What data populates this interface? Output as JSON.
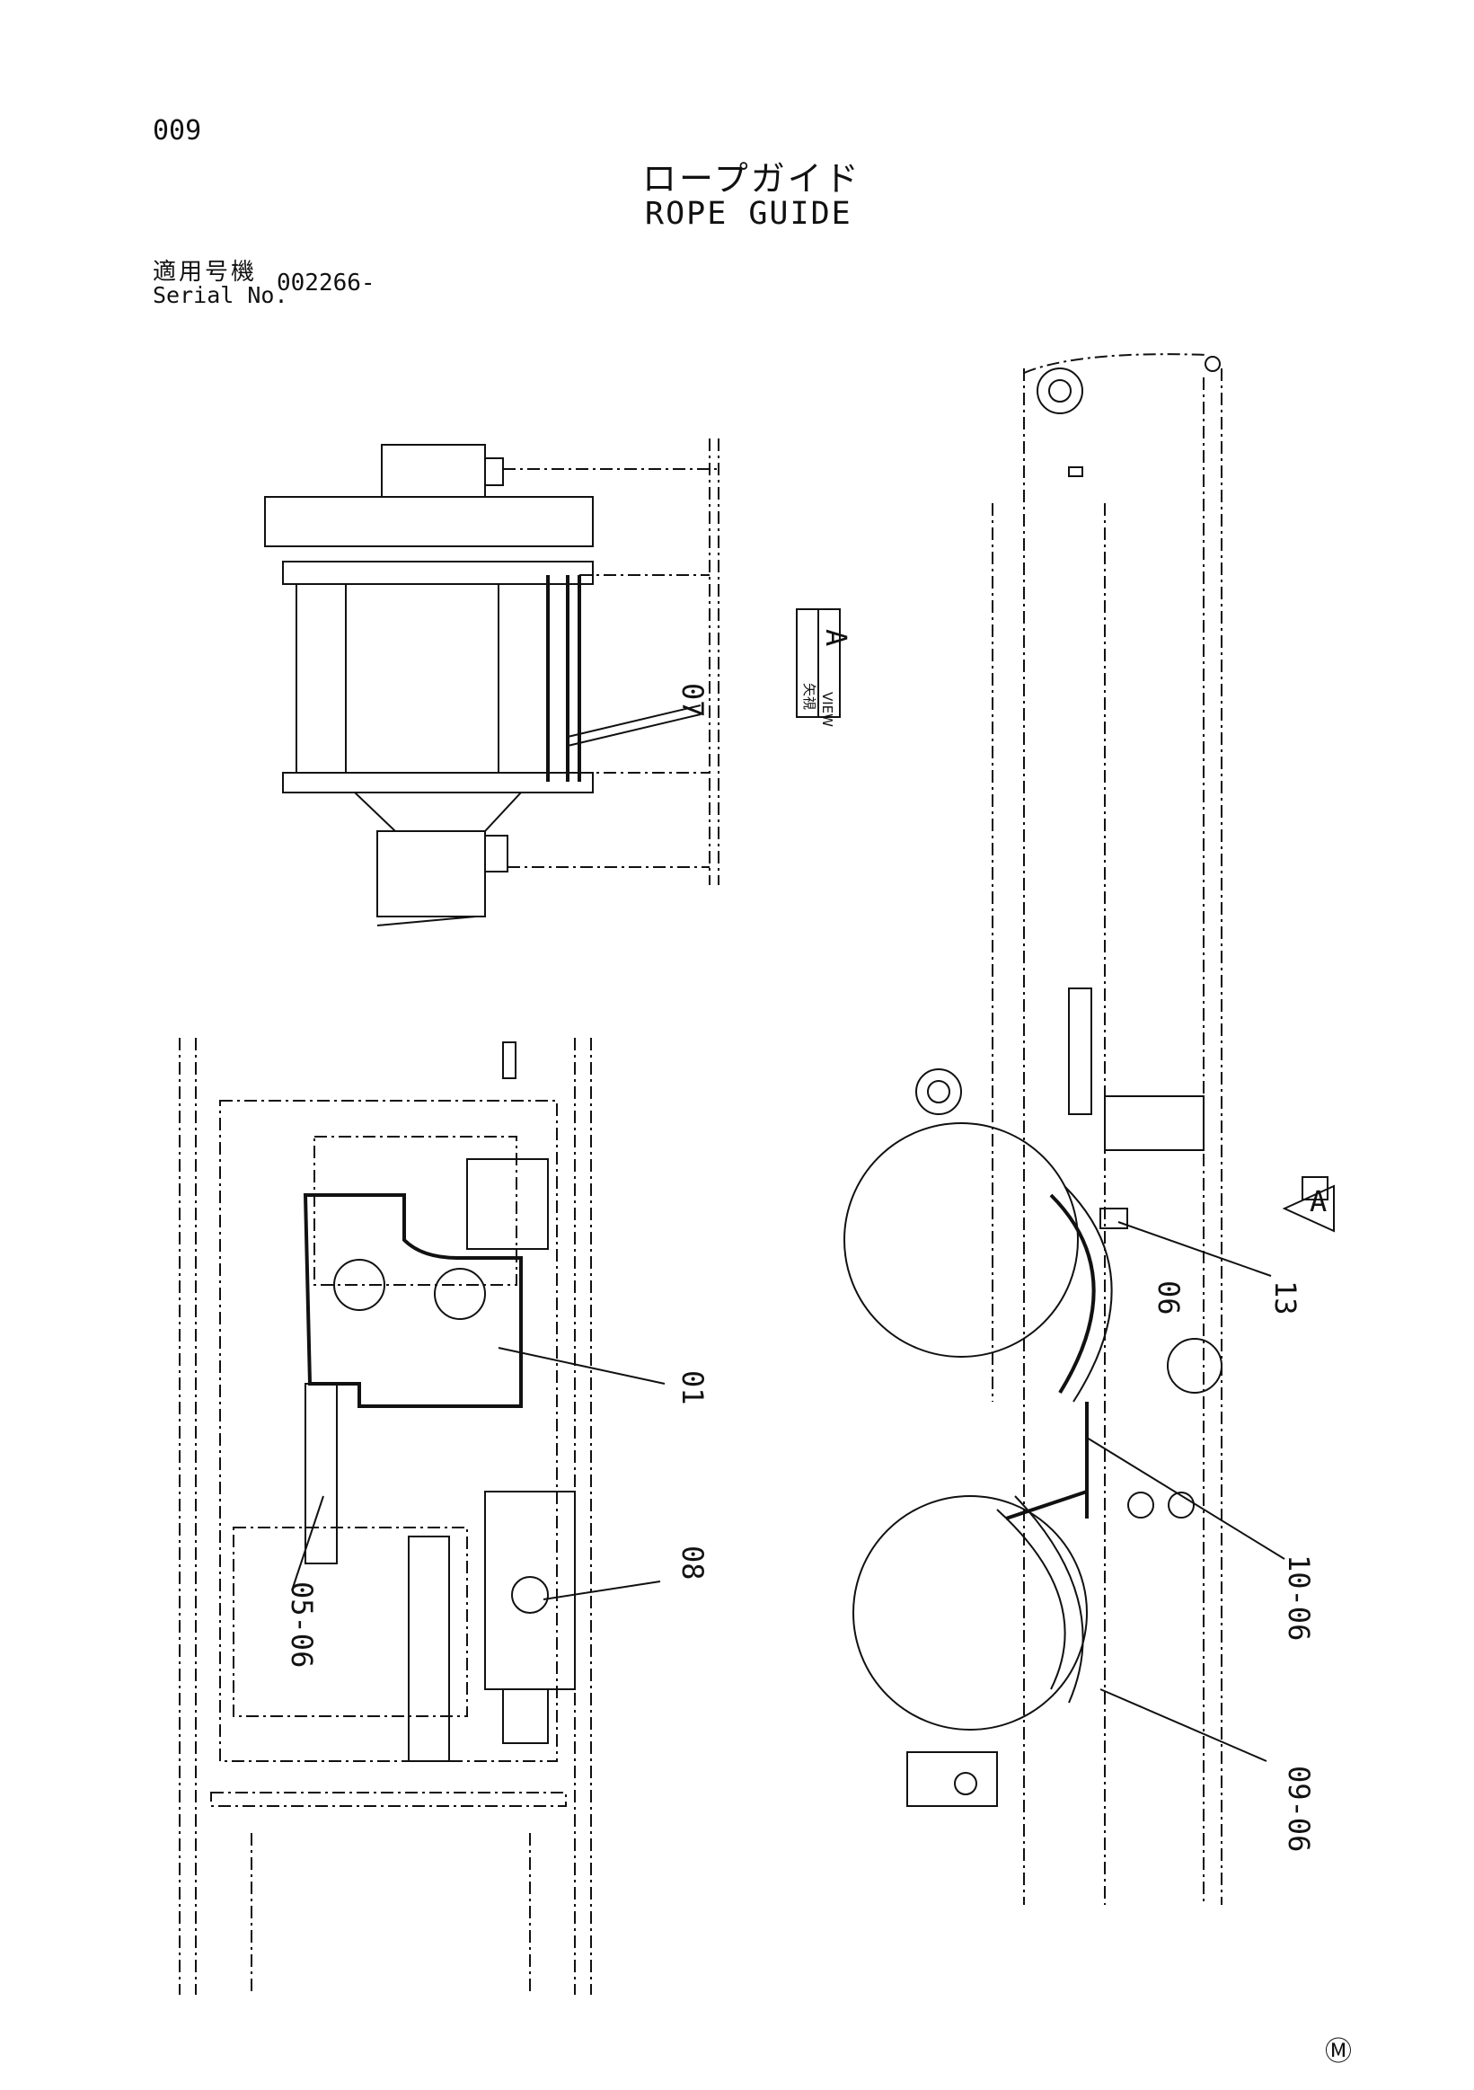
{
  "header": {
    "page_number": "009",
    "title_jp": "ロープガイド",
    "title_en": "ROPE GUIDE",
    "serial_label_jp": "適用号機",
    "serial_label_en": "Serial No.",
    "serial_value": "002266-"
  },
  "view_marker": {
    "text_jp": "矢視",
    "text_en": "VIEW",
    "letter": "A"
  },
  "arrow_marker": {
    "letter": "A"
  },
  "part_labels": {
    "p07": "07",
    "p01": "01",
    "p08": "08",
    "p05_06": "05-06",
    "p06": "06",
    "p13": "13",
    "p10_06": "10-06",
    "p09_06": "09-06"
  },
  "footer": {
    "mark": "Ⓜ"
  }
}
